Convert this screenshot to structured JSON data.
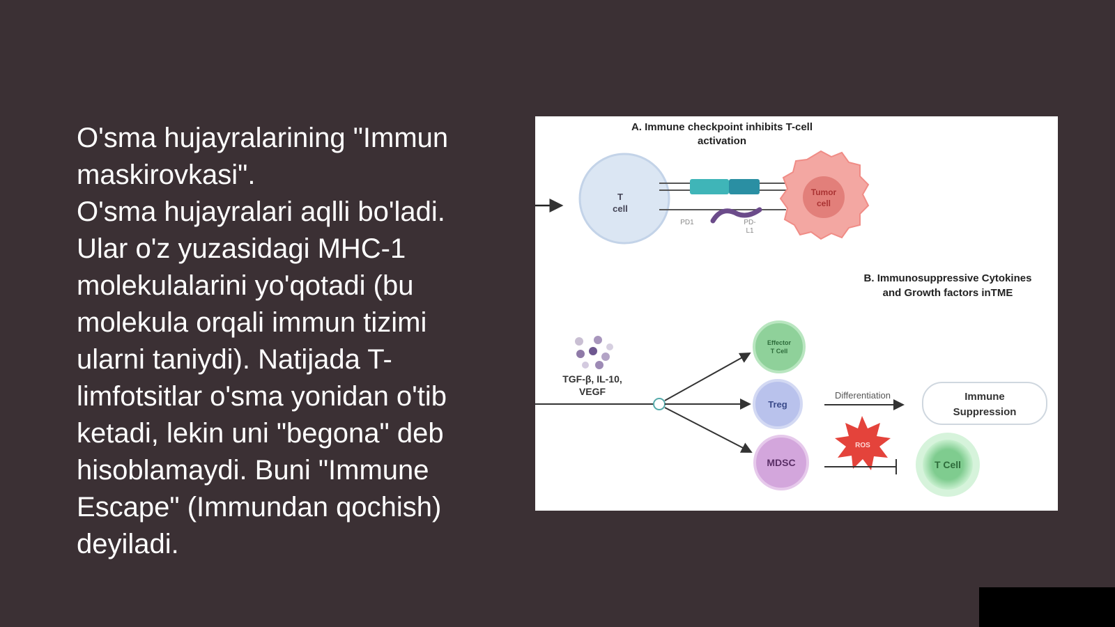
{
  "slide": {
    "heading": "O'sma hujayralarining \"Immun maskirovkasi\".",
    "body": "O'sma hujayralari aqlli bo'ladi. Ular o'z yuzasidagi MHC-1 molekulalarini yo'qotadi (bu molekula orqali immun tizimi ularni taniydi). Natijada T-limfotsitlar o'sma yonidan o'tib ketadi, lekin uni \"begona\" deb hisoblamaydi. Buni \"Immune Escape\" (Immundan qochish) deyiladi."
  },
  "figure": {
    "panel_a": {
      "title_line1": "A. Immune checkpoint inhibits T-cell",
      "title_line2": "activation",
      "t_cell_line1": "T",
      "t_cell_line2": "cell",
      "tumor_line1": "Tumor",
      "tumor_line2": "cell",
      "pd1_label": "PD1",
      "pdl1_line1": "PD-",
      "pdl1_line2": "L1"
    },
    "panel_b": {
      "title_line1": "B. Immunosuppressive Cytokines",
      "title_line2": "and Growth factors inTME",
      "cytokines_line1": "TGF-β, IL-10,",
      "cytokines_line2": "VEGF",
      "effector_line1": "Effector",
      "effector_line2": "T Cell",
      "treg": "Treg",
      "mdsc": "MDSC",
      "differentiation": "Differentiation",
      "suppression_line1": "Immune",
      "suppression_line2": "Suppression",
      "ros": "ROS",
      "t_cell": "T Cell"
    },
    "colors": {
      "t_cell_fill": "#dbe6f3",
      "tumor_fill": "#f3a7a2",
      "tumor_nucleus": "#e27f7a",
      "receptor_teal": "#3fb5b8",
      "effector_green": "#8fd19a",
      "treg_blue": "#b9c2ec",
      "mdsc_purple": "#d3a6dc",
      "ros_red": "#e4433b",
      "tcell_green": "#7fcc8f"
    }
  }
}
